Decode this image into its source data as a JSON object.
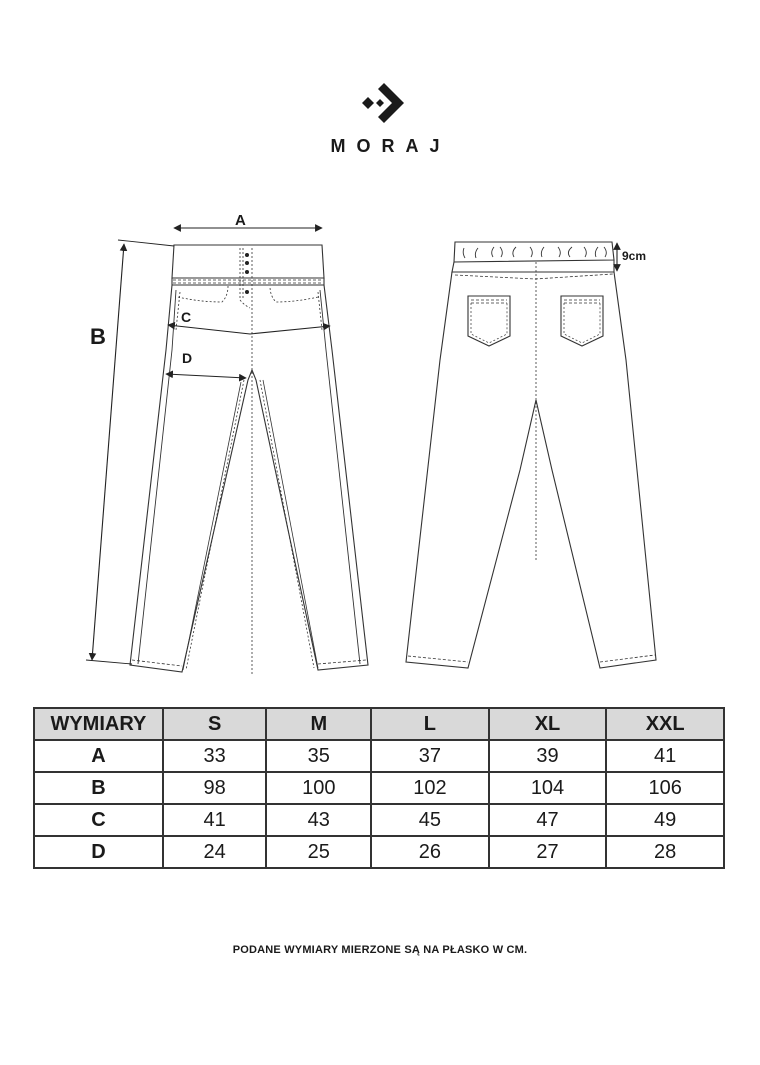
{
  "brand": {
    "name": "MORAJ",
    "logo_icon": "diamond-chevron-icon"
  },
  "diagram": {
    "front_view": {
      "labels": {
        "A": "A",
        "B": "B",
        "C": "C",
        "D": "D"
      }
    },
    "back_view": {
      "waistband_height_label": "9cm"
    }
  },
  "size_table": {
    "header_label": "WYMIARY",
    "sizes": [
      "S",
      "M",
      "L",
      "XL",
      "XXL"
    ],
    "rows": [
      {
        "label": "A",
        "values": [
          "33",
          "35",
          "37",
          "39",
          "41"
        ]
      },
      {
        "label": "B",
        "values": [
          "98",
          "100",
          "102",
          "104",
          "106"
        ]
      },
      {
        "label": "C",
        "values": [
          "41",
          "43",
          "45",
          "47",
          "49"
        ]
      },
      {
        "label": "D",
        "values": [
          "24",
          "25",
          "26",
          "27",
          "28"
        ]
      }
    ]
  },
  "footnote": "PODANE WYMIARY MIERZONE SĄ NA PŁASKO W CM."
}
